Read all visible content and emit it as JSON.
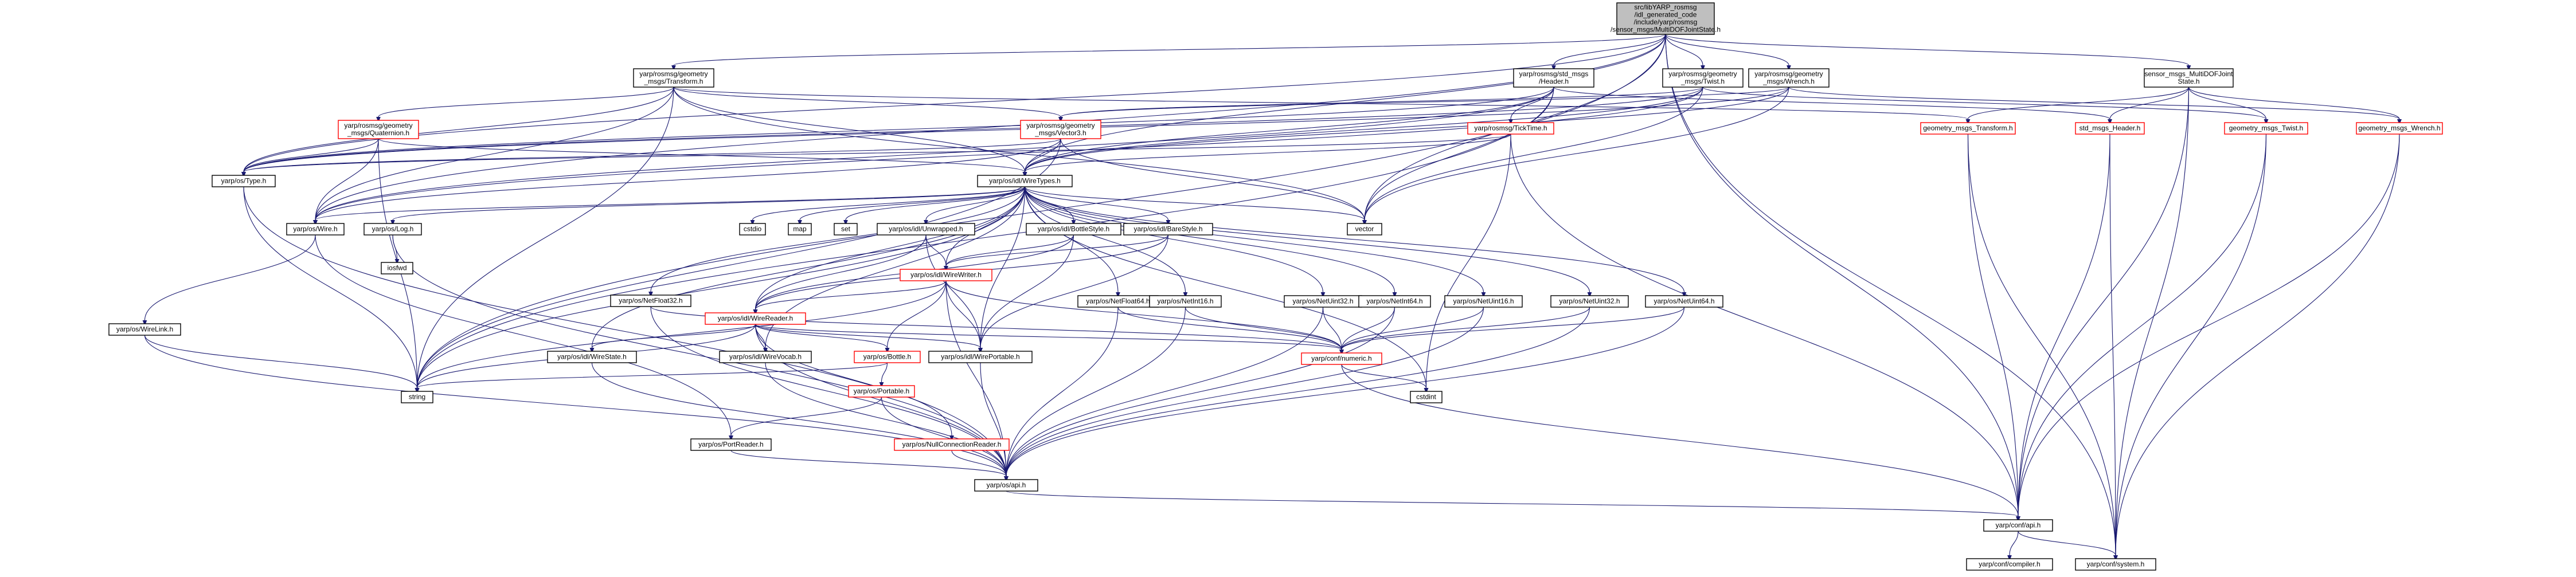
{
  "nodes": [
    {
      "id": "root",
      "lines": [
        "src/libYARP_rosmsg",
        "/idl_generated_code",
        "/include/yarp/rosmsg",
        "/sensor_msgs/MultiDOFJointState.h"
      ],
      "style": "root"
    },
    {
      "id": "geom_transform_h",
      "lines": [
        "yarp/rosmsg/geometry",
        "_msgs/Transform.h"
      ],
      "style": "plain"
    },
    {
      "id": "std_header_h",
      "lines": [
        "yarp/rosmsg/std_msgs",
        "/Header.h"
      ],
      "style": "plain"
    },
    {
      "id": "geom_twist_h",
      "lines": [
        "yarp/rosmsg/geometry",
        "_msgs/Twist.h"
      ],
      "style": "plain"
    },
    {
      "id": "geom_wrench_h",
      "lines": [
        "yarp/rosmsg/geometry",
        "_msgs/Wrench.h"
      ],
      "style": "plain"
    },
    {
      "id": "sensor_fwd",
      "lines": [
        "sensor_msgs_MultiDOFJoint",
        "State.h"
      ],
      "style": "plain"
    },
    {
      "id": "quaternion",
      "lines": [
        "yarp/rosmsg/geometry",
        "_msgs/Quaternion.h"
      ],
      "style": "red"
    },
    {
      "id": "vector3",
      "lines": [
        "yarp/rosmsg/geometry",
        "_msgs/Vector3.h"
      ],
      "style": "red"
    },
    {
      "id": "ticktime",
      "lines": [
        "yarp/rosmsg/TickTime.h"
      ],
      "style": "red"
    },
    {
      "id": "geom_transform_fwd",
      "lines": [
        "geometry_msgs_Transform.h"
      ],
      "style": "red"
    },
    {
      "id": "std_header_fwd",
      "lines": [
        "std_msgs_Header.h"
      ],
      "style": "red"
    },
    {
      "id": "geom_twist_fwd",
      "lines": [
        "geometry_msgs_Twist.h"
      ],
      "style": "red"
    },
    {
      "id": "geom_wrench_fwd",
      "lines": [
        "geometry_msgs_Wrench.h"
      ],
      "style": "red"
    },
    {
      "id": "type_h",
      "lines": [
        "yarp/os/Type.h"
      ],
      "style": "plain"
    },
    {
      "id": "wiretypes",
      "lines": [
        "yarp/os/idl/WireTypes.h"
      ],
      "style": "plain"
    },
    {
      "id": "vector",
      "lines": [
        "vector"
      ],
      "style": "plain"
    },
    {
      "id": "log_h",
      "lines": [
        "yarp/os/Log.h"
      ],
      "style": "plain"
    },
    {
      "id": "wire_h",
      "lines": [
        "yarp/os/Wire.h"
      ],
      "style": "plain"
    },
    {
      "id": "cstdio",
      "lines": [
        "cstdio"
      ],
      "style": "plain"
    },
    {
      "id": "map",
      "lines": [
        "map"
      ],
      "style": "plain"
    },
    {
      "id": "set",
      "lines": [
        "set"
      ],
      "style": "plain"
    },
    {
      "id": "unwrapped",
      "lines": [
        "yarp/os/idl/Unwrapped.h"
      ],
      "style": "plain"
    },
    {
      "id": "bottlestyle",
      "lines": [
        "yarp/os/idl/BottleStyle.h"
      ],
      "style": "plain"
    },
    {
      "id": "barestyle",
      "lines": [
        "yarp/os/idl/BareStyle.h"
      ],
      "style": "plain"
    },
    {
      "id": "iosfwd",
      "lines": [
        "iosfwd"
      ],
      "style": "plain"
    },
    {
      "id": "winelink",
      "lines": [
        "yarp/os/WireLink.h"
      ],
      "style": "plain"
    },
    {
      "id": "netfloat32",
      "lines": [
        "yarp/os/NetFloat32.h"
      ],
      "style": "plain"
    },
    {
      "id": "wirewriter",
      "lines": [
        "yarp/os/idl/WireWriter.h"
      ],
      "style": "red"
    },
    {
      "id": "netfloat64",
      "lines": [
        "yarp/os/NetFloat64.h"
      ],
      "style": "plain"
    },
    {
      "id": "netint16",
      "lines": [
        "yarp/os/NetInt16.h"
      ],
      "style": "plain"
    },
    {
      "id": "netuint32",
      "lines": [
        "yarp/os/NetUint32.h"
      ],
      "style": "plain"
    },
    {
      "id": "netint64",
      "lines": [
        "yarp/os/NetInt64.h"
      ],
      "style": "plain"
    },
    {
      "id": "netuint16",
      "lines": [
        "yarp/os/NetUint16.h"
      ],
      "style": "plain"
    },
    {
      "id": "netuint32b",
      "lines": [
        "yarp/os/NetUint32.h"
      ],
      "style": "plain"
    },
    {
      "id": "netuint64",
      "lines": [
        "yarp/os/NetUint64.h"
      ],
      "style": "plain"
    },
    {
      "id": "wirereader",
      "lines": [
        "yarp/os/idl/WireReader.h"
      ],
      "style": "red"
    },
    {
      "id": "wirestate",
      "lines": [
        "yarp/os/idl/WireState.h"
      ],
      "style": "plain"
    },
    {
      "id": "wirevocab",
      "lines": [
        "yarp/os/idl/WireVocab.h"
      ],
      "style": "plain"
    },
    {
      "id": "bottle",
      "lines": [
        "yarp/os/Bottle.h"
      ],
      "style": "red"
    },
    {
      "id": "wireportable",
      "lines": [
        "yarp/os/idl/WirePortable.h"
      ],
      "style": "plain"
    },
    {
      "id": "numeric",
      "lines": [
        "yarp/conf/numeric.h"
      ],
      "style": "red"
    },
    {
      "id": "string",
      "lines": [
        "string"
      ],
      "style": "plain"
    },
    {
      "id": "portable",
      "lines": [
        "yarp/os/Portable.h"
      ],
      "style": "red"
    },
    {
      "id": "cstdint",
      "lines": [
        "cstdint"
      ],
      "style": "plain"
    },
    {
      "id": "portreader",
      "lines": [
        "yarp/os/PortReader.h"
      ],
      "style": "plain"
    },
    {
      "id": "nullconn",
      "lines": [
        "yarp/os/NullConnectionReader.h"
      ],
      "style": "red"
    },
    {
      "id": "os_api",
      "lines": [
        "yarp/os/api.h"
      ],
      "style": "plain"
    },
    {
      "id": "conf_api",
      "lines": [
        "yarp/conf/api.h"
      ],
      "style": "plain"
    },
    {
      "id": "compiler",
      "lines": [
        "yarp/conf/compiler.h"
      ],
      "style": "plain"
    },
    {
      "id": "system",
      "lines": [
        "yarp/conf/system.h"
      ],
      "style": "plain"
    }
  ],
  "edges": [
    [
      "root",
      "geom_transform_h"
    ],
    [
      "root",
      "std_header_h"
    ],
    [
      "root",
      "geom_twist_h"
    ],
    [
      "root",
      "geom_wrench_h"
    ],
    [
      "root",
      "sensor_fwd"
    ],
    [
      "root",
      "vector"
    ],
    [
      "root",
      "wiretypes"
    ],
    [
      "root",
      "type_h"
    ],
    [
      "root",
      "string"
    ],
    [
      "root",
      "wire_h"
    ],
    [
      "root",
      "conf_api"
    ],
    [
      "root",
      "system"
    ],
    [
      "geom_transform_h",
      "vector3"
    ],
    [
      "geom_transform_h",
      "quaternion"
    ],
    [
      "geom_transform_h",
      "geom_transform_fwd"
    ],
    [
      "geom_transform_h",
      "wiretypes"
    ],
    [
      "geom_transform_h",
      "type_h"
    ],
    [
      "geom_transform_h",
      "wire_h"
    ],
    [
      "geom_transform_h",
      "string"
    ],
    [
      "geom_transform_h",
      "vector"
    ],
    [
      "std_header_h",
      "ticktime"
    ],
    [
      "std_header_h",
      "std_header_fwd"
    ],
    [
      "std_header_h",
      "wiretypes"
    ],
    [
      "std_header_h",
      "type_h"
    ],
    [
      "std_header_h",
      "wire_h"
    ],
    [
      "std_header_h",
      "string"
    ],
    [
      "std_header_h",
      "vector"
    ],
    [
      "geom_twist_h",
      "vector3"
    ],
    [
      "geom_twist_h",
      "geom_twist_fwd"
    ],
    [
      "geom_twist_h",
      "wiretypes"
    ],
    [
      "geom_twist_h",
      "type_h"
    ],
    [
      "geom_twist_h",
      "wire_h"
    ],
    [
      "geom_twist_h",
      "vector"
    ],
    [
      "geom_wrench_h",
      "vector3"
    ],
    [
      "geom_wrench_h",
      "geom_wrench_fwd"
    ],
    [
      "geom_wrench_h",
      "wiretypes"
    ],
    [
      "geom_wrench_h",
      "type_h"
    ],
    [
      "geom_wrench_h",
      "vector"
    ],
    [
      "sensor_fwd",
      "std_header_fwd"
    ],
    [
      "sensor_fwd",
      "geom_transform_fwd"
    ],
    [
      "sensor_fwd",
      "geom_twist_fwd"
    ],
    [
      "sensor_fwd",
      "geom_wrench_fwd"
    ],
    [
      "sensor_fwd",
      "conf_api"
    ],
    [
      "sensor_fwd",
      "system"
    ],
    [
      "quaternion",
      "wiretypes"
    ],
    [
      "quaternion",
      "type_h"
    ],
    [
      "quaternion",
      "wire_h"
    ],
    [
      "quaternion",
      "string"
    ],
    [
      "vector3",
      "wiretypes"
    ],
    [
      "vector3",
      "type_h"
    ],
    [
      "vector3",
      "wire_h"
    ],
    [
      "vector3",
      "string"
    ],
    [
      "vector3",
      "vector"
    ],
    [
      "ticktime",
      "wiretypes"
    ],
    [
      "ticktime",
      "type_h"
    ],
    [
      "ticktime",
      "cstdint"
    ],
    [
      "ticktime",
      "conf_api"
    ],
    [
      "geom_transform_fwd",
      "conf_api"
    ],
    [
      "geom_transform_fwd",
      "system"
    ],
    [
      "std_header_fwd",
      "conf_api"
    ],
    [
      "std_header_fwd",
      "system"
    ],
    [
      "geom_twist_fwd",
      "conf_api"
    ],
    [
      "geom_twist_fwd",
      "system"
    ],
    [
      "geom_wrench_fwd",
      "conf_api"
    ],
    [
      "geom_wrench_fwd",
      "system"
    ],
    [
      "type_h",
      "os_api"
    ],
    [
      "type_h",
      "string"
    ],
    [
      "wiretypes",
      "log_h"
    ],
    [
      "wiretypes",
      "wire_h"
    ],
    [
      "wiretypes",
      "cstdio"
    ],
    [
      "wiretypes",
      "map"
    ],
    [
      "wiretypes",
      "set"
    ],
    [
      "wiretypes",
      "unwrapped"
    ],
    [
      "wiretypes",
      "bottlestyle"
    ],
    [
      "wiretypes",
      "barestyle"
    ],
    [
      "wiretypes",
      "netfloat32"
    ],
    [
      "wiretypes",
      "netfloat64"
    ],
    [
      "wiretypes",
      "netint16"
    ],
    [
      "wiretypes",
      "netuint32"
    ],
    [
      "wiretypes",
      "netint64"
    ],
    [
      "wiretypes",
      "netuint16"
    ],
    [
      "wiretypes",
      "netuint32b"
    ],
    [
      "wiretypes",
      "netuint64"
    ],
    [
      "wiretypes",
      "wirereader"
    ],
    [
      "wiretypes",
      "wirewriter"
    ],
    [
      "wiretypes",
      "wirestate"
    ],
    [
      "wiretypes",
      "wirevocab"
    ],
    [
      "wiretypes",
      "wireportable"
    ],
    [
      "wiretypes",
      "string"
    ],
    [
      "wiretypes",
      "vector"
    ],
    [
      "wiretypes",
      "cstdint"
    ],
    [
      "log_h",
      "iosfwd"
    ],
    [
      "log_h",
      "os_api"
    ],
    [
      "wire_h",
      "winelink"
    ],
    [
      "wire_h",
      "portreader"
    ],
    [
      "winelink",
      "os_api"
    ],
    [
      "winelink",
      "string"
    ],
    [
      "unwrapped",
      "wirewriter"
    ],
    [
      "unwrapped",
      "wirereader"
    ],
    [
      "unwrapped",
      "wireportable"
    ],
    [
      "bottlestyle",
      "wirewriter"
    ],
    [
      "bottlestyle",
      "wirereader"
    ],
    [
      "bottlestyle",
      "wireportable"
    ],
    [
      "barestyle",
      "wirewriter"
    ],
    [
      "barestyle",
      "wirereader"
    ],
    [
      "barestyle",
      "wireportable"
    ],
    [
      "netfloat32",
      "numeric"
    ],
    [
      "netfloat32",
      "os_api"
    ],
    [
      "netfloat64",
      "numeric"
    ],
    [
      "netfloat64",
      "os_api"
    ],
    [
      "netint16",
      "numeric"
    ],
    [
      "netint16",
      "os_api"
    ],
    [
      "netuint32",
      "numeric"
    ],
    [
      "netuint32",
      "os_api"
    ],
    [
      "netint64",
      "numeric"
    ],
    [
      "netint64",
      "os_api"
    ],
    [
      "netuint16",
      "numeric"
    ],
    [
      "netuint16",
      "os_api"
    ],
    [
      "netuint32b",
      "numeric"
    ],
    [
      "netuint32b",
      "os_api"
    ],
    [
      "netuint64",
      "numeric"
    ],
    [
      "netuint64",
      "os_api"
    ],
    [
      "wirewriter",
      "wirereader"
    ],
    [
      "wirewriter",
      "bottle"
    ],
    [
      "wirewriter",
      "wireportable"
    ],
    [
      "wirewriter",
      "string"
    ],
    [
      "wirewriter",
      "numeric"
    ],
    [
      "wirewriter",
      "os_api"
    ],
    [
      "wirereader",
      "wirestate"
    ],
    [
      "wirereader",
      "wirevocab"
    ],
    [
      "wirereader",
      "bottle"
    ],
    [
      "wirereader",
      "wireportable"
    ],
    [
      "wirereader",
      "nullconn"
    ],
    [
      "wirereader",
      "numeric"
    ],
    [
      "wirereader",
      "string"
    ],
    [
      "wirereader",
      "os_api"
    ],
    [
      "wirestate",
      "os_api"
    ],
    [
      "wirevocab",
      "os_api"
    ],
    [
      "bottle",
      "portable"
    ],
    [
      "bottle",
      "string"
    ],
    [
      "wireportable",
      "os_api"
    ],
    [
      "numeric",
      "cstdint"
    ],
    [
      "numeric",
      "conf_api"
    ],
    [
      "portable",
      "portreader"
    ],
    [
      "portable",
      "os_api"
    ],
    [
      "portreader",
      "os_api"
    ],
    [
      "nullconn",
      "os_api"
    ],
    [
      "os_api",
      "conf_api"
    ],
    [
      "conf_api",
      "compiler"
    ],
    [
      "conf_api",
      "system"
    ]
  ]
}
